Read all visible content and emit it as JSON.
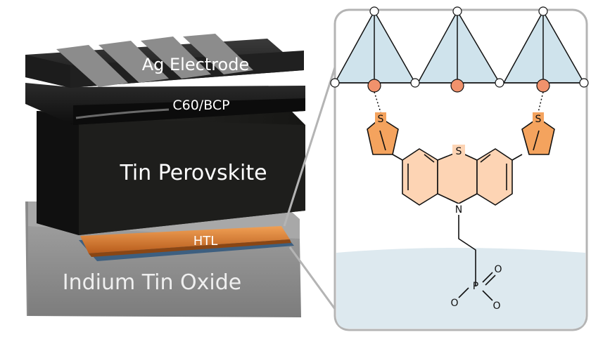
{
  "device_stack": {
    "layers": [
      {
        "id": "electrode",
        "label": "Ag Electrode"
      },
      {
        "id": "etl",
        "label": "C60/BCP"
      },
      {
        "id": "absorber",
        "label": "Tin Perovskite"
      },
      {
        "id": "htl",
        "label": "HTL"
      },
      {
        "id": "substrate",
        "label": "Indium Tin Oxide"
      }
    ]
  },
  "molecule": {
    "atoms": {
      "sulfur_core": "S",
      "nitrogen": "N",
      "sulfur_left": "S",
      "sulfur_right": "S",
      "phosphorus": "P",
      "oxygen_top": "O",
      "oxygen_left": "O",
      "oxygen_right": "O"
    }
  },
  "colors": {
    "tetrahedron_fill": "#cfe3ec",
    "anchor_node": "#f0926c",
    "phenothiazine_fill": "#fdd4b4",
    "thiophene_fill": "#f4a35e",
    "bond": "#111111",
    "substrate_fill": "#dde9ef",
    "inset_border": "#b4b4b4",
    "htl_orange": "#d9772f"
  }
}
